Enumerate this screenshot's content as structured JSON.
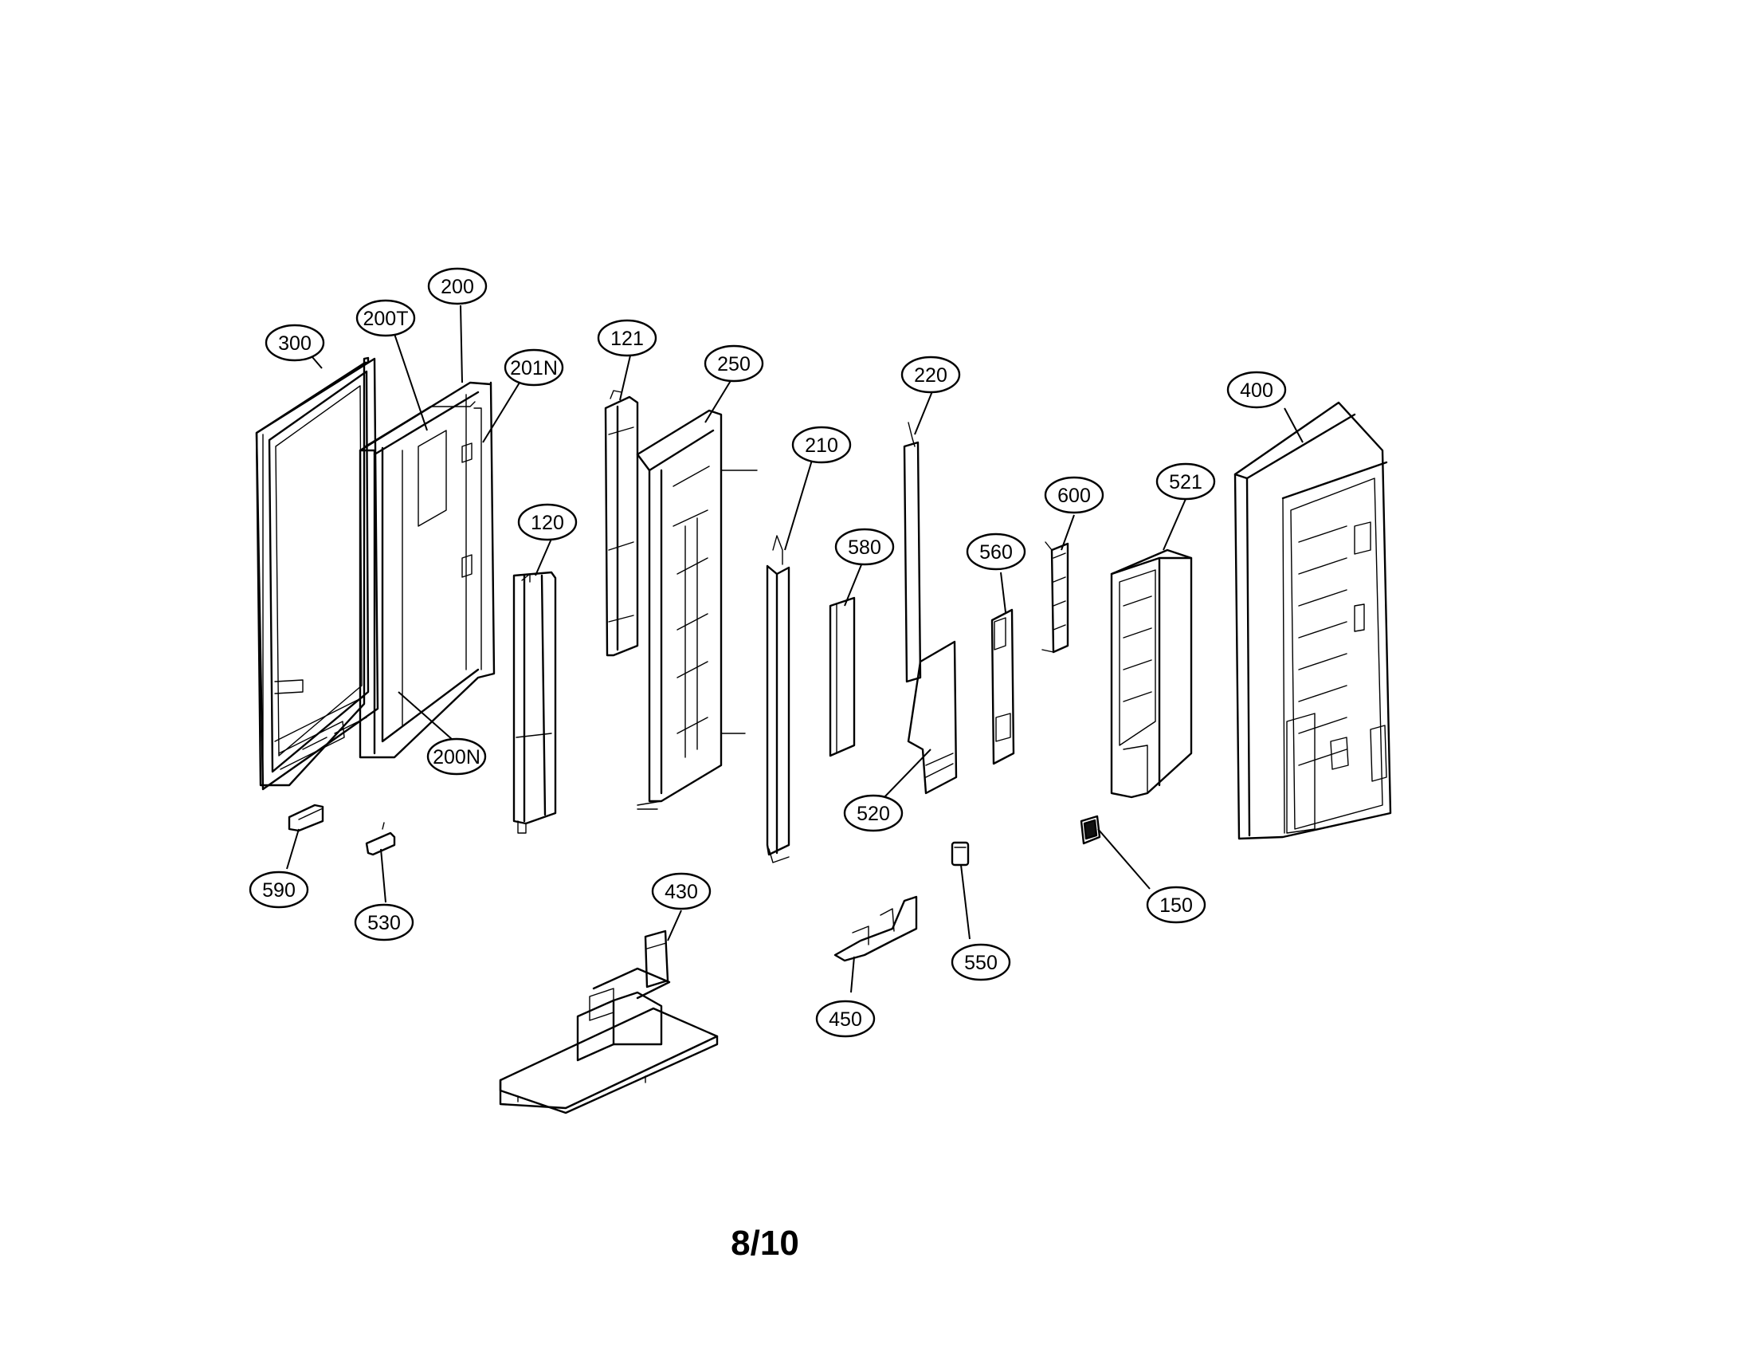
{
  "diagram": {
    "labels": [
      {
        "id": "300",
        "text": "300"
      },
      {
        "id": "200T",
        "text": "200T"
      },
      {
        "id": "200",
        "text": "200"
      },
      {
        "id": "201N",
        "text": "201N"
      },
      {
        "id": "200N",
        "text": "200N"
      },
      {
        "id": "120",
        "text": "120"
      },
      {
        "id": "121",
        "text": "121"
      },
      {
        "id": "250",
        "text": "250"
      },
      {
        "id": "210",
        "text": "210"
      },
      {
        "id": "220",
        "text": "220"
      },
      {
        "id": "580",
        "text": "580"
      },
      {
        "id": "520",
        "text": "520"
      },
      {
        "id": "560",
        "text": "560"
      },
      {
        "id": "600",
        "text": "600"
      },
      {
        "id": "521",
        "text": "521"
      },
      {
        "id": "400",
        "text": "400"
      },
      {
        "id": "590",
        "text": "590"
      },
      {
        "id": "530",
        "text": "530"
      },
      {
        "id": "430",
        "text": "430"
      },
      {
        "id": "450",
        "text": "450"
      },
      {
        "id": "550",
        "text": "550"
      },
      {
        "id": "150",
        "text": "150"
      }
    ]
  },
  "page_number": "8/10"
}
